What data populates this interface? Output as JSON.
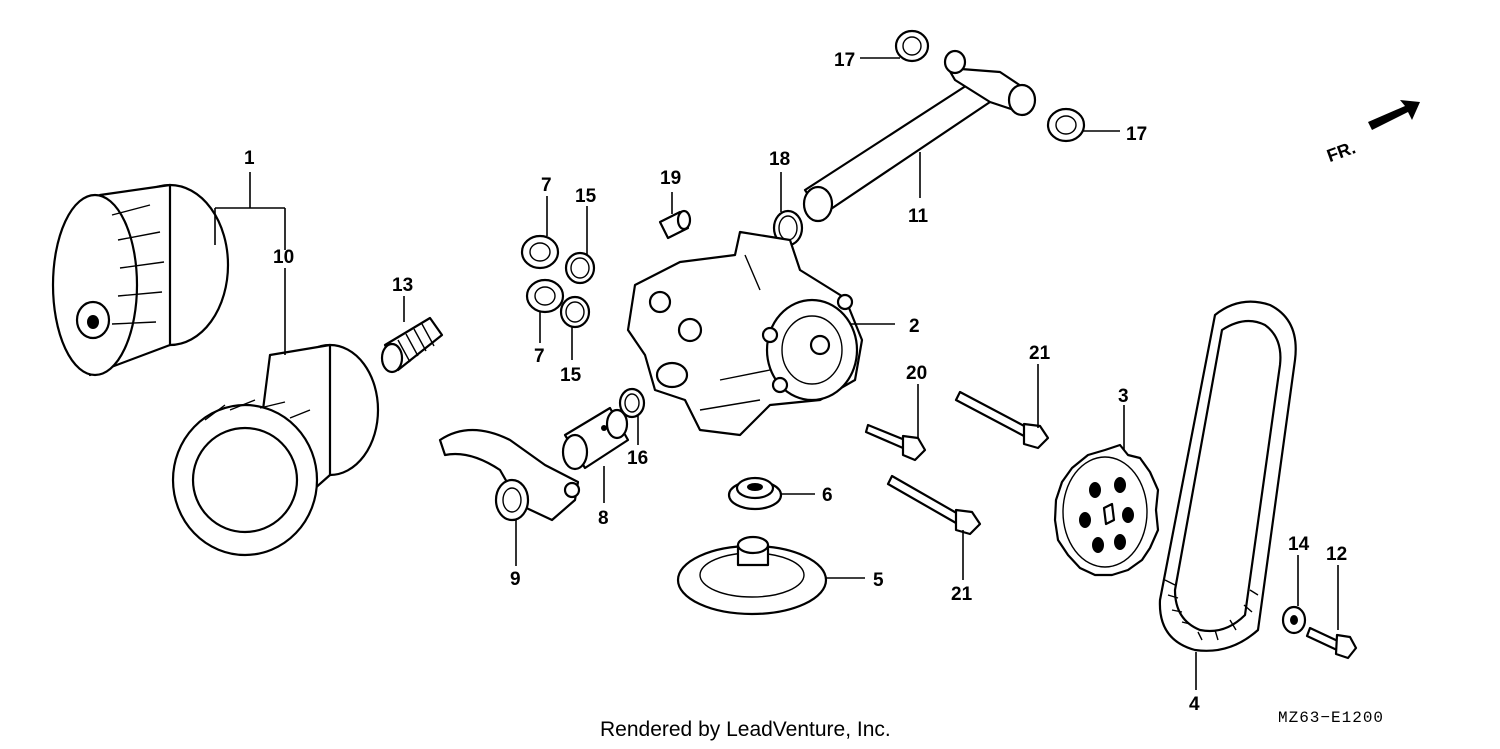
{
  "callouts": [
    {
      "id": "c1",
      "text": "1"
    },
    {
      "id": "c10",
      "text": "10"
    },
    {
      "id": "c13",
      "text": "13"
    },
    {
      "id": "c7a",
      "text": "7"
    },
    {
      "id": "c15a",
      "text": "15"
    },
    {
      "id": "c7b",
      "text": "7"
    },
    {
      "id": "c15b",
      "text": "15"
    },
    {
      "id": "c19",
      "text": "19"
    },
    {
      "id": "c18",
      "text": "18"
    },
    {
      "id": "c17a",
      "text": "17"
    },
    {
      "id": "c17b",
      "text": "17"
    },
    {
      "id": "c11",
      "text": "11"
    },
    {
      "id": "c2",
      "text": "2"
    },
    {
      "id": "c16",
      "text": "16"
    },
    {
      "id": "c8",
      "text": "8"
    },
    {
      "id": "c9",
      "text": "9"
    },
    {
      "id": "c6",
      "text": "6"
    },
    {
      "id": "c5",
      "text": "5"
    },
    {
      "id": "c20",
      "text": "20"
    },
    {
      "id": "c21a",
      "text": "21"
    },
    {
      "id": "c21b",
      "text": "21"
    },
    {
      "id": "c3",
      "text": "3"
    },
    {
      "id": "c4",
      "text": "4"
    },
    {
      "id": "c14",
      "text": "14"
    },
    {
      "id": "c12",
      "text": "12"
    }
  ],
  "direction_label": "FR.",
  "footer_text": "Rendered by LeadVenture, Inc.",
  "diagram_code": "MZ63−E1200"
}
